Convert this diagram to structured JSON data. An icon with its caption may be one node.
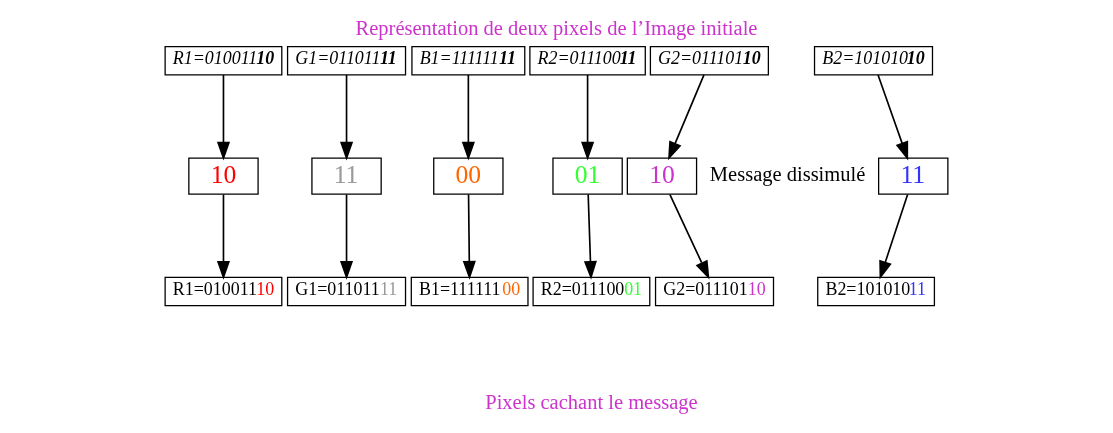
{
  "diagram": {
    "title": "Représentation de deux pixels de l’Image initiale",
    "caption": "Pixels cachant le message",
    "nodes": [
      {
        "text": [
          "R1=010011**10**"
        ]
      },
      {
        "text": [
          "G1=011011**11**"
        ]
      },
      {
        "text": [
          "B1=111111**11**"
        ]
      },
      {
        "text": [
          "R2=011100**11**"
        ]
      },
      {
        "text": [
          "G2=011101**10**"
        ]
      },
      {
        "text": [
          "B2=101010**10**"
        ]
      },
      {
        "text": [
          "10"
        ]
      },
      {
        "text": [
          "11"
        ]
      },
      {
        "text": [
          "00"
        ]
      },
      {
        "text": [
          "01"
        ]
      },
      {
        "text": [
          "10"
        ]
      },
      {
        "text": [
          "11"
        ]
      },
      {
        "text": [
          "R1=01001110"
        ]
      },
      {
        "text": [
          "G1=01101111"
        ]
      },
      {
        "text": [
          "B1=11111100"
        ]
      },
      {
        "text": [
          "R2=01110001"
        ]
      },
      {
        "text": [
          "G2=01110110"
        ]
      },
      {
        "text": [
          "B2=10101011"
        ]
      }
    ],
    "edges": [
      {
        "from": 0,
        "to": 6,
        "arrow": "to"
      },
      {
        "from": 1,
        "to": 7,
        "arrow": "to"
      },
      {
        "from": 2,
        "to": 8,
        "arrow": "to"
      },
      {
        "from": 3,
        "to": 9,
        "arrow": "to"
      },
      {
        "from": 4,
        "to": 10,
        "arrow": "to"
      },
      {
        "from": 5,
        "to": 11,
        "arrow": "to"
      },
      {
        "from": 6,
        "to": 12,
        "arrow": "to"
      },
      {
        "from": 7,
        "to": 13,
        "arrow": "to"
      },
      {
        "from": 8,
        "to": 14,
        "arrow": "to"
      },
      {
        "from": 9,
        "to": 15,
        "arrow": "to"
      },
      {
        "from": 10,
        "to": 16,
        "arrow": "to"
      },
      {
        "from": 11,
        "to": 17,
        "arrow": "to"
      }
    ],
    "labels": [
      "Message dissimulé"
    ]
  }
}
